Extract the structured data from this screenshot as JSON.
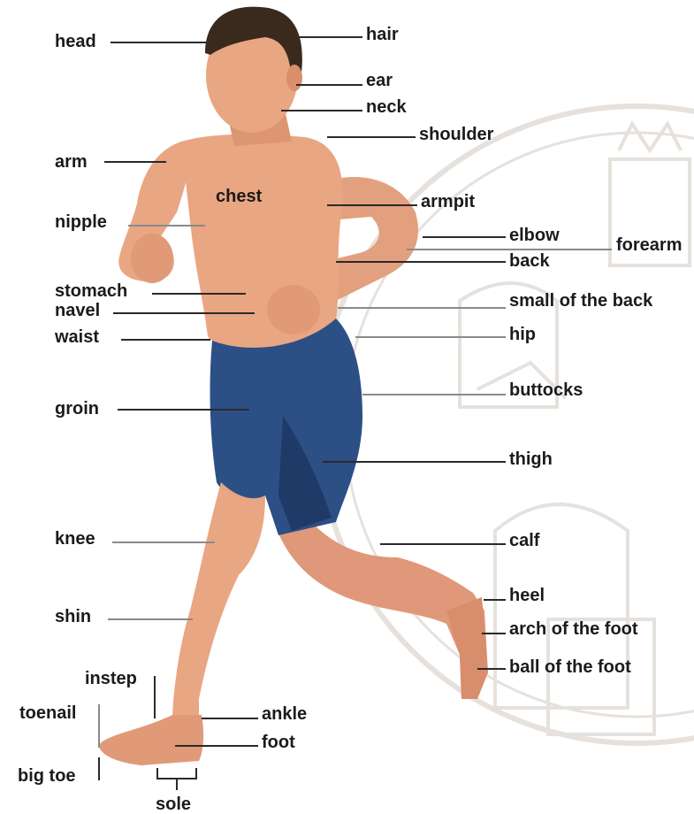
{
  "labels": {
    "head": "head",
    "hair": "hair",
    "ear": "ear",
    "neck": "neck",
    "shoulder": "shoulder",
    "arm": "arm",
    "chest": "chest",
    "armpit": "armpit",
    "nipple": "nipple",
    "elbow": "elbow",
    "forearm": "forearm",
    "back": "back",
    "stomach": "stomach",
    "navel": "navel",
    "small_of_back": "small of the back",
    "waist": "waist",
    "hip": "hip",
    "buttocks": "buttocks",
    "groin": "groin",
    "thigh": "thigh",
    "knee": "knee",
    "calf": "calf",
    "heel": "heel",
    "shin": "shin",
    "arch": "arch of the foot",
    "ball": "ball of the foot",
    "instep": "instep",
    "toenail": "toenail",
    "ankle": "ankle",
    "foot": "foot",
    "big_toe": "big toe",
    "sole": "sole"
  },
  "colors": {
    "skin": "#e9a683",
    "skin_shadow": "#c97c5c",
    "hair": "#3a2a1e",
    "shorts": "#2c4f86",
    "shorts_shadow": "#1f3a66",
    "watermark": "#e6e1dc"
  }
}
